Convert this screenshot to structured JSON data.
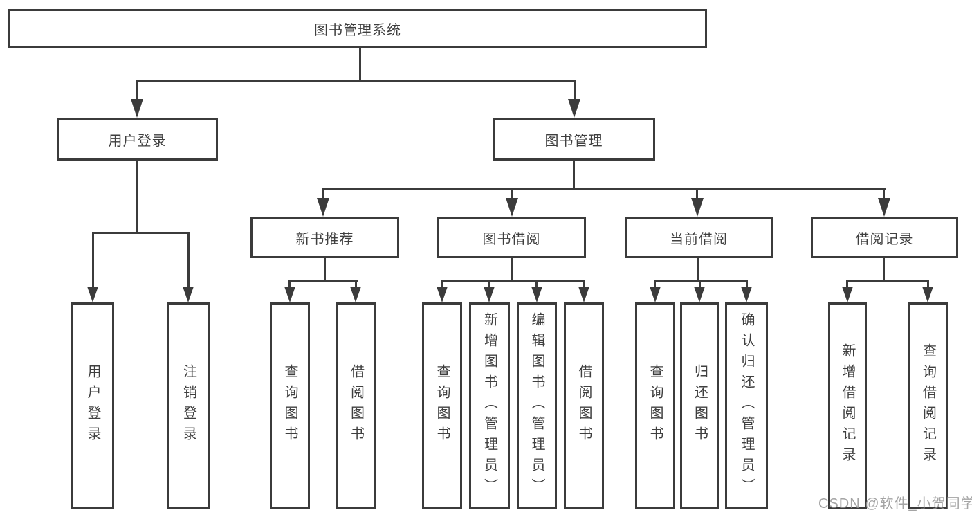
{
  "diagram": {
    "root": {
      "label": "图书管理系统"
    },
    "level2": [
      {
        "label": "用户登录"
      },
      {
        "label": "图书管理"
      }
    ],
    "level3": [
      {
        "label": "新书推荐"
      },
      {
        "label": "图书借阅"
      },
      {
        "label": "当前借阅"
      },
      {
        "label": "借阅记录"
      }
    ],
    "leaves": [
      {
        "label": "用户登录"
      },
      {
        "label": "注销登录"
      },
      {
        "label": "查询图书"
      },
      {
        "label": "借阅图书"
      },
      {
        "label": "查询图书"
      },
      {
        "label": "新增图书（管理员）"
      },
      {
        "label": "编辑图书（管理员）"
      },
      {
        "label": "借阅图书"
      },
      {
        "label": "查询图书"
      },
      {
        "label": "归还图书"
      },
      {
        "label": "确认归还（管理员）"
      },
      {
        "label": "新增借阅记录"
      },
      {
        "label": "查询借阅记录"
      }
    ]
  },
  "watermark": {
    "text": "CSDN @软件_小贺同学"
  },
  "colors": {
    "line": "#3b3b3b",
    "text": "#3f3f3f",
    "watermark": "#949494"
  }
}
